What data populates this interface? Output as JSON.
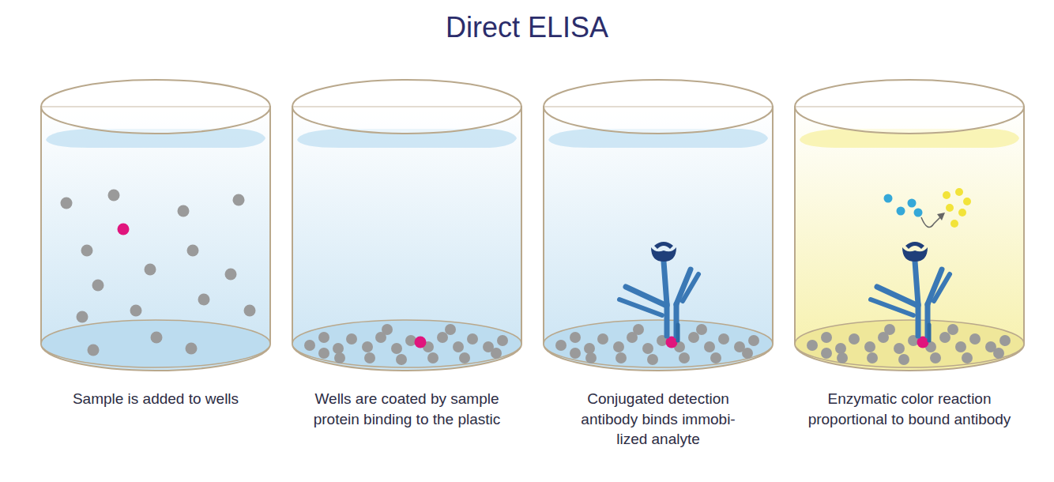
{
  "diagram": {
    "title": "Direct ELISA",
    "labels": [
      "Sample is added to wells",
      "Wells are coated by sample protein binding to the plastic",
      "Conjugated detection antibody binds immobi-lized analyte",
      "Enzymatic color reaction proportional to bound antibody"
    ]
  }
}
